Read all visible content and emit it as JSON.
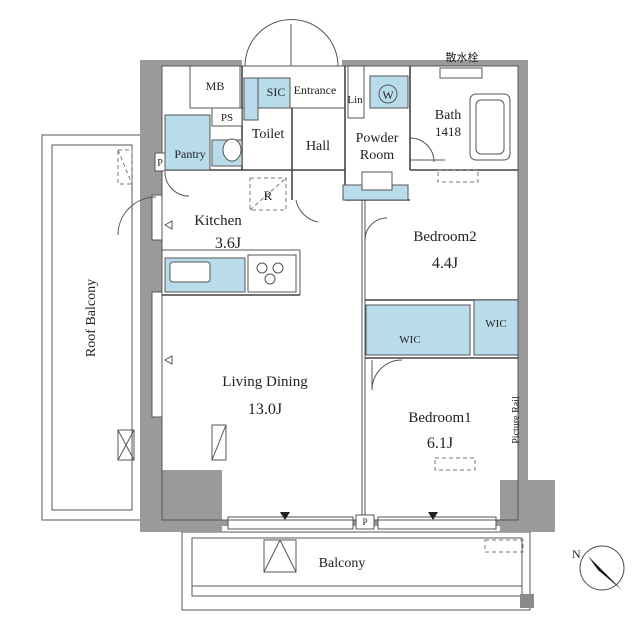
{
  "rooms": {
    "mb": "MB",
    "sic": "SIC",
    "entrance": "Entrance",
    "lin": "Lin",
    "w": "W",
    "bath": "Bath",
    "bath_size": "1418",
    "ps": "PS",
    "toilet": "Toilet",
    "hall": "Hall",
    "powder_room_1": "Powder",
    "powder_room_2": "Room",
    "pantry": "Pantry",
    "r": "R",
    "p_left": "P",
    "kitchen": "Kitchen",
    "kitchen_size": "3.6J",
    "bedroom2": "Bedroom2",
    "bedroom2_size": "4.4J",
    "wic_left": "WIC",
    "wic_right": "WIC",
    "living_dining": "Living Dining",
    "living_dining_size": "13.0J",
    "bedroom1": "Bedroom1",
    "bedroom1_size": "6.1J",
    "picture_rail": "Picture Rail",
    "roof_balcony": "Roof Balcony",
    "balcony": "Balcony",
    "p_bottom": "P",
    "hydrant": "散水栓",
    "north": "N"
  },
  "colors": {
    "wall": "#9a9a9a",
    "fixture_blue": "#b9dcea",
    "line": "#555555"
  }
}
